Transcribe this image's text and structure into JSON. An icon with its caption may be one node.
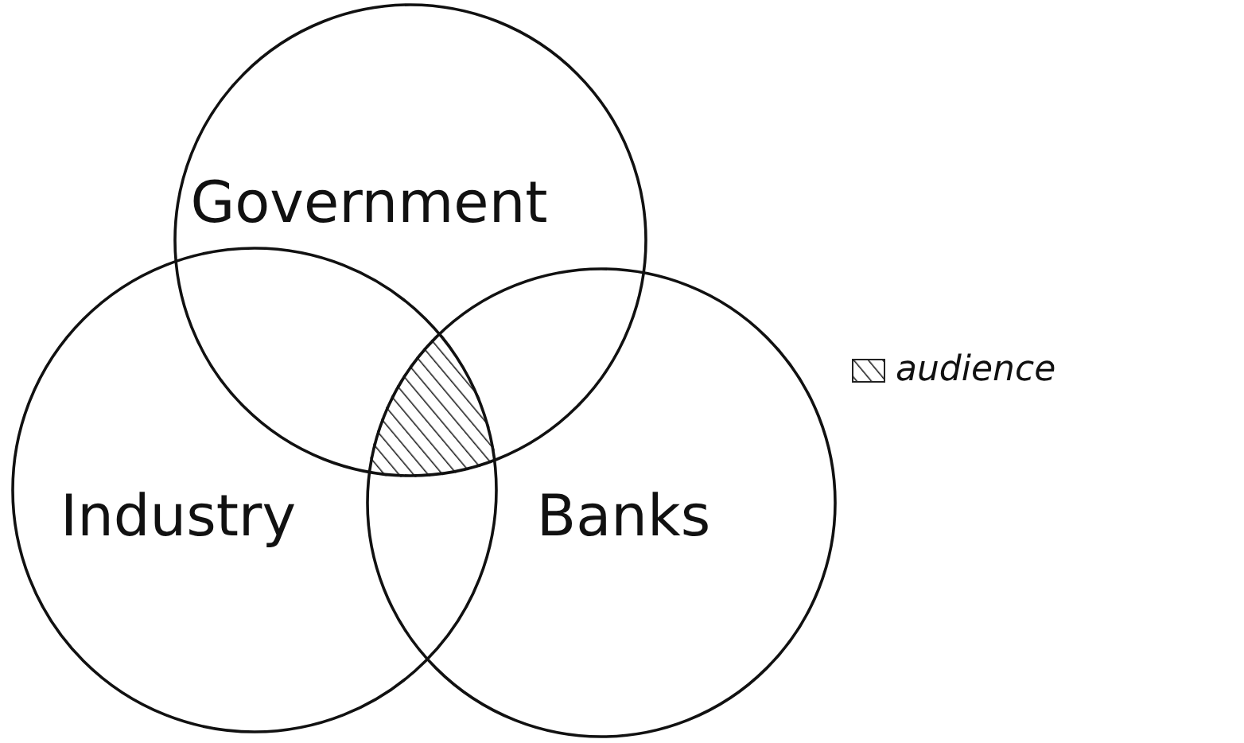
{
  "diagram": {
    "nodes": [
      {
        "text": [
          "Government"
        ]
      },
      {
        "text": [
          "Industry"
        ]
      },
      {
        "text": [
          "Banks"
        ]
      }
    ],
    "edges": [],
    "legend": [
      {
        "text": "audience"
      }
    ]
  }
}
